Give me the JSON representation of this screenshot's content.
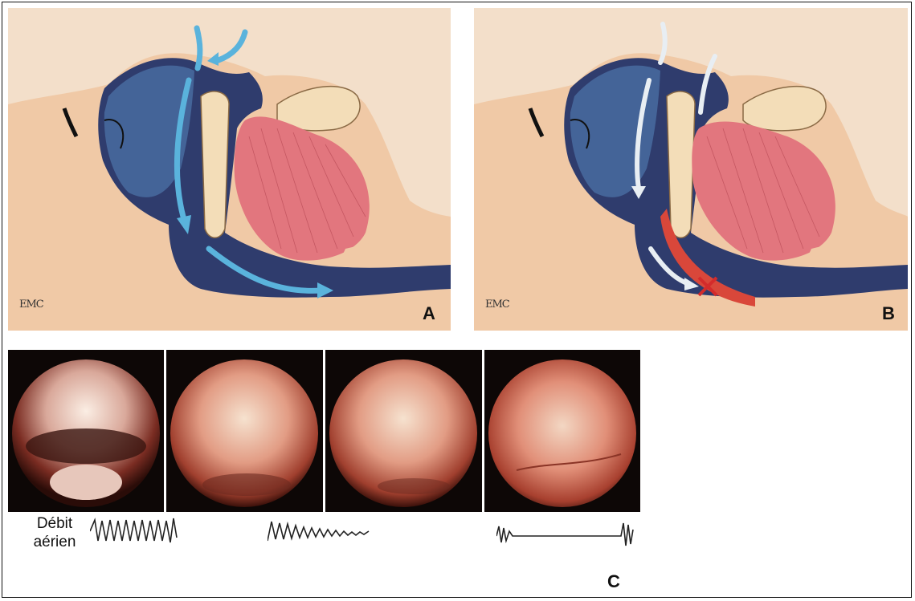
{
  "figure": {
    "panel_a": {
      "label": "A",
      "watermark": "EMC",
      "airflow_color": "#5ab3dc",
      "airway_color": "#2f3c6d"
    },
    "panel_b": {
      "label": "B",
      "watermark": "EMC",
      "obstruction_color": "#d9473a",
      "airflow_color": "#e8eef3"
    },
    "panel_c": {
      "label": "C",
      "flow_label_line1": "Débit",
      "flow_label_line2": "aérien",
      "endoscopy_frames": 4,
      "waveforms": [
        "normal-airflow",
        "reduced-airflow",
        "interrupted-airflow"
      ]
    }
  }
}
